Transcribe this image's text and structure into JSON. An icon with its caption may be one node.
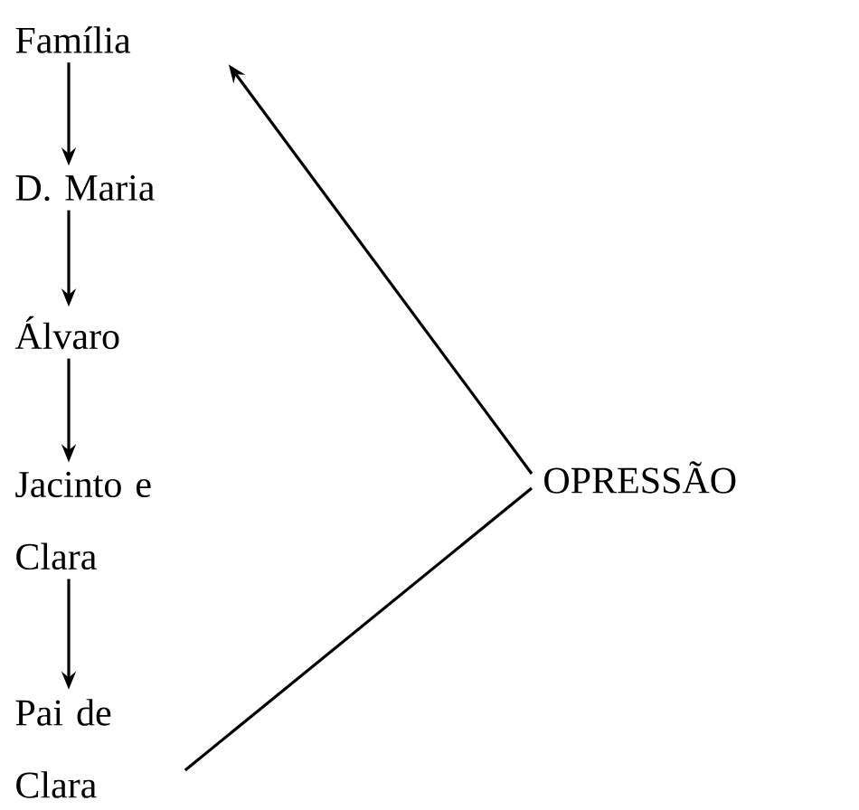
{
  "diagram": {
    "nodes": [
      {
        "text": [
          "Família"
        ]
      },
      {
        "text": [
          "D. Maria"
        ]
      },
      {
        "text": [
          "Álvaro"
        ]
      },
      {
        "text": [
          "Jacinto e Clara"
        ]
      },
      {
        "text": [
          "Pai de Clara"
        ]
      },
      {
        "text": [
          "OPRESSÃO"
        ]
      }
    ],
    "edges": [
      {
        "from": 0,
        "to": 1,
        "arrow": "to"
      },
      {
        "from": 1,
        "to": 2,
        "arrow": "to"
      },
      {
        "from": 2,
        "to": 3,
        "arrow": "to"
      },
      {
        "from": 3,
        "to": 4,
        "arrow": "to"
      },
      {
        "from": 5,
        "to": 0,
        "arrow": "to"
      },
      {
        "from": 5,
        "to": 4,
        "arrow": "none"
      }
    ]
  }
}
